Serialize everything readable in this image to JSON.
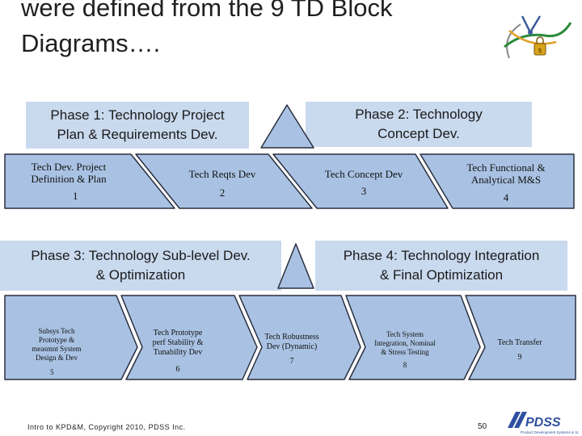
{
  "slide": {
    "title_line1": "were defined from the 9 TD Block",
    "title_line2": "Diagrams….",
    "footer": "Intro to KPD&M, Copyright 2010, PDSS Inc.",
    "page_number": "50",
    "logo_brand": "PDSS",
    "logo_tagline": "Product Development Systems & Solutions"
  },
  "phases": [
    {
      "label": "Phase 1: Technology Project\nPlan & Requirements Dev."
    },
    {
      "label": "Phase 2: Technology\nConcept Dev."
    },
    {
      "label": "Phase 3: Technology Sub-level Dev.\n& Optimization"
    },
    {
      "label": "Phase 4: Technology Integration\n& Final Optimization"
    }
  ],
  "blocks": [
    {
      "label": "Tech Dev. Project\nDefinition & Plan",
      "number": "1"
    },
    {
      "label": "Tech Reqts Dev",
      "number": "2"
    },
    {
      "label": "Tech Concept Dev",
      "number": "3"
    },
    {
      "label": "Tech Functional  &\nAnalytical M&S",
      "number": "4"
    },
    {
      "label": "Subsys  Tech\nPrototype &\nmeasmnt System\nDesign & Dev",
      "number": "5"
    },
    {
      "label": "Tech Prototype\nperf Stability &\nTunability Dev",
      "number": "6"
    },
    {
      "label": "Tech Robustness\nDev (Dynamic)",
      "number": "7"
    },
    {
      "label": "Tech System\nIntegration, Nominal\n& Stress Testing",
      "number": "8"
    },
    {
      "label": "Tech Transfer",
      "number": "9"
    }
  ],
  "colors": {
    "phase_fill": "#c9d9ee",
    "triangle_fill": "#a9c2e3",
    "triangle_stroke": "#2a2f3f"
  }
}
